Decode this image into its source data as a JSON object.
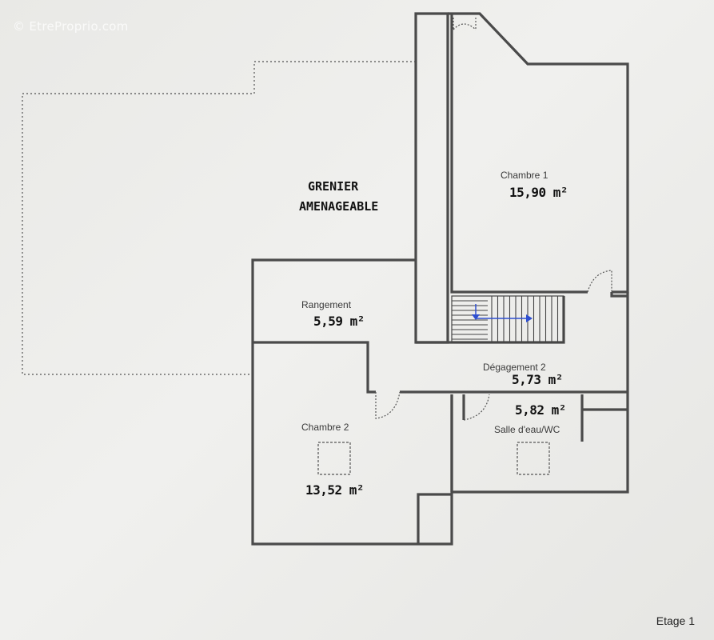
{
  "watermark": "© EtreProprio.com",
  "grenier": {
    "line1": "GRENIER",
    "line2": "AMENAGEABLE"
  },
  "rooms": [
    {
      "name": "Chambre 1",
      "area": "15,90 m²"
    },
    {
      "name": "Rangement",
      "area": "5,59 m²"
    },
    {
      "name": "Dégagement 2",
      "area": "5,73 m²"
    },
    {
      "name": "Chambre 2",
      "area": "13,52 m²"
    },
    {
      "name": "Salle d'eau/WC",
      "area": "5,82 m²"
    }
  ],
  "floor_label": "Etage 1",
  "colors": {
    "wall": "#4a4a4a",
    "background": "#ececea",
    "stair_arrow": "#2f4fd0"
  }
}
